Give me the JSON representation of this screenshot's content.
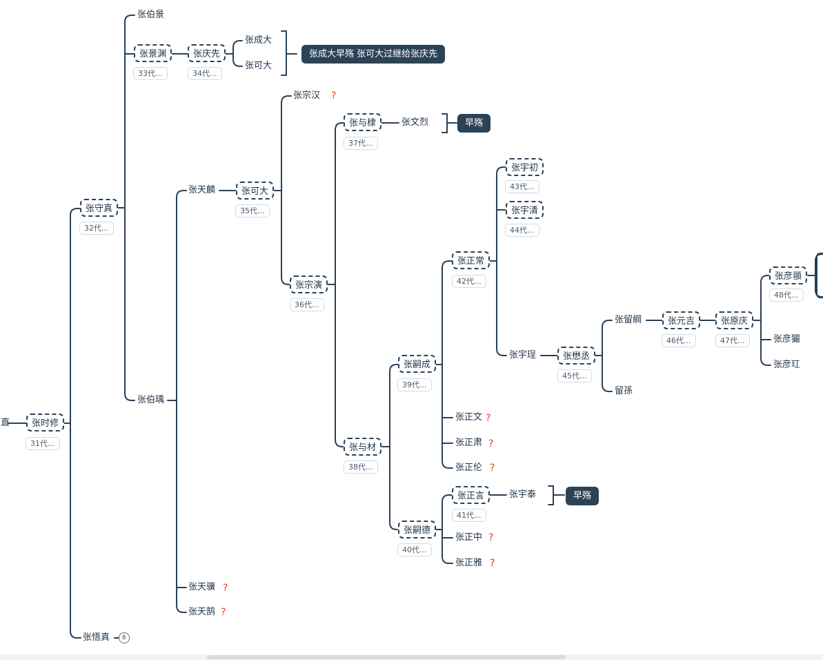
{
  "nodes": {
    "n_root": "直",
    "n_shixiu": "张时修",
    "n_shouzhen": "张守真",
    "n_wuzhen": "张悟真",
    "n_bojing": "张伯景",
    "n_jingyuan": "张景渊",
    "n_qingxian": "张庆先",
    "n_chengda": "张成大",
    "n_keda_a": "张可大",
    "n_boyu": "张伯瑀",
    "n_tianlin": "张天麟",
    "n_tianji": "张天骥",
    "n_tianhe": "张天鹄",
    "n_keda": "张可大",
    "n_zonghan": "张宗汉",
    "n_zongyan": "张宗演",
    "n_yudi": "张与棣",
    "n_wenlie": "张文烈",
    "n_yucai": "张与材",
    "n_sicheng": "张嗣成",
    "n_side": "张嗣德",
    "n_zhengchang": "张正常",
    "n_yuchu": "张宇初",
    "n_yuqing": "张宇清",
    "n_yucheng": "张宇珵",
    "n_maocheng": "张懋丞",
    "n_liugang": "张留綱",
    "n_liusun": "留孫",
    "n_yuanji": "张元吉",
    "n_yuanqing": "张原庆",
    "n_yanpin": "张彦頨",
    "n_yanxian": "张彦玁",
    "n_yanhong": "张彦玒",
    "n_zhengwen": "张正文",
    "n_zhengsu": "张正肃",
    "n_zhenglun": "张正伦",
    "n_zhengyan": "张正言",
    "n_yutai": "张宇泰",
    "n_zhengzhong": "张正中",
    "n_zhengya": "张正雅"
  },
  "tags": {
    "t31": "31代...",
    "t32": "32代...",
    "t33": "33代...",
    "t34": "34代...",
    "t35": "35代...",
    "t36": "36代...",
    "t37": "37代...",
    "t38": "38代...",
    "t39": "39代...",
    "t40": "40代...",
    "t41": "41代...",
    "t42": "42代...",
    "t43": "43代...",
    "t44": "44代...",
    "t45": "45代...",
    "t46": "46代...",
    "t47": "47代...",
    "t48": "48代..."
  },
  "notes": {
    "note_adoption": "张成大早殇 张可大过继给张庆先",
    "note_early1": "早殇",
    "note_early2": "早殇"
  },
  "question_mark": "?",
  "collapsed_count": "6",
  "colors": {
    "line": "#2b3f55",
    "question": "#d9431f",
    "note_bg": "#2c4356"
  }
}
